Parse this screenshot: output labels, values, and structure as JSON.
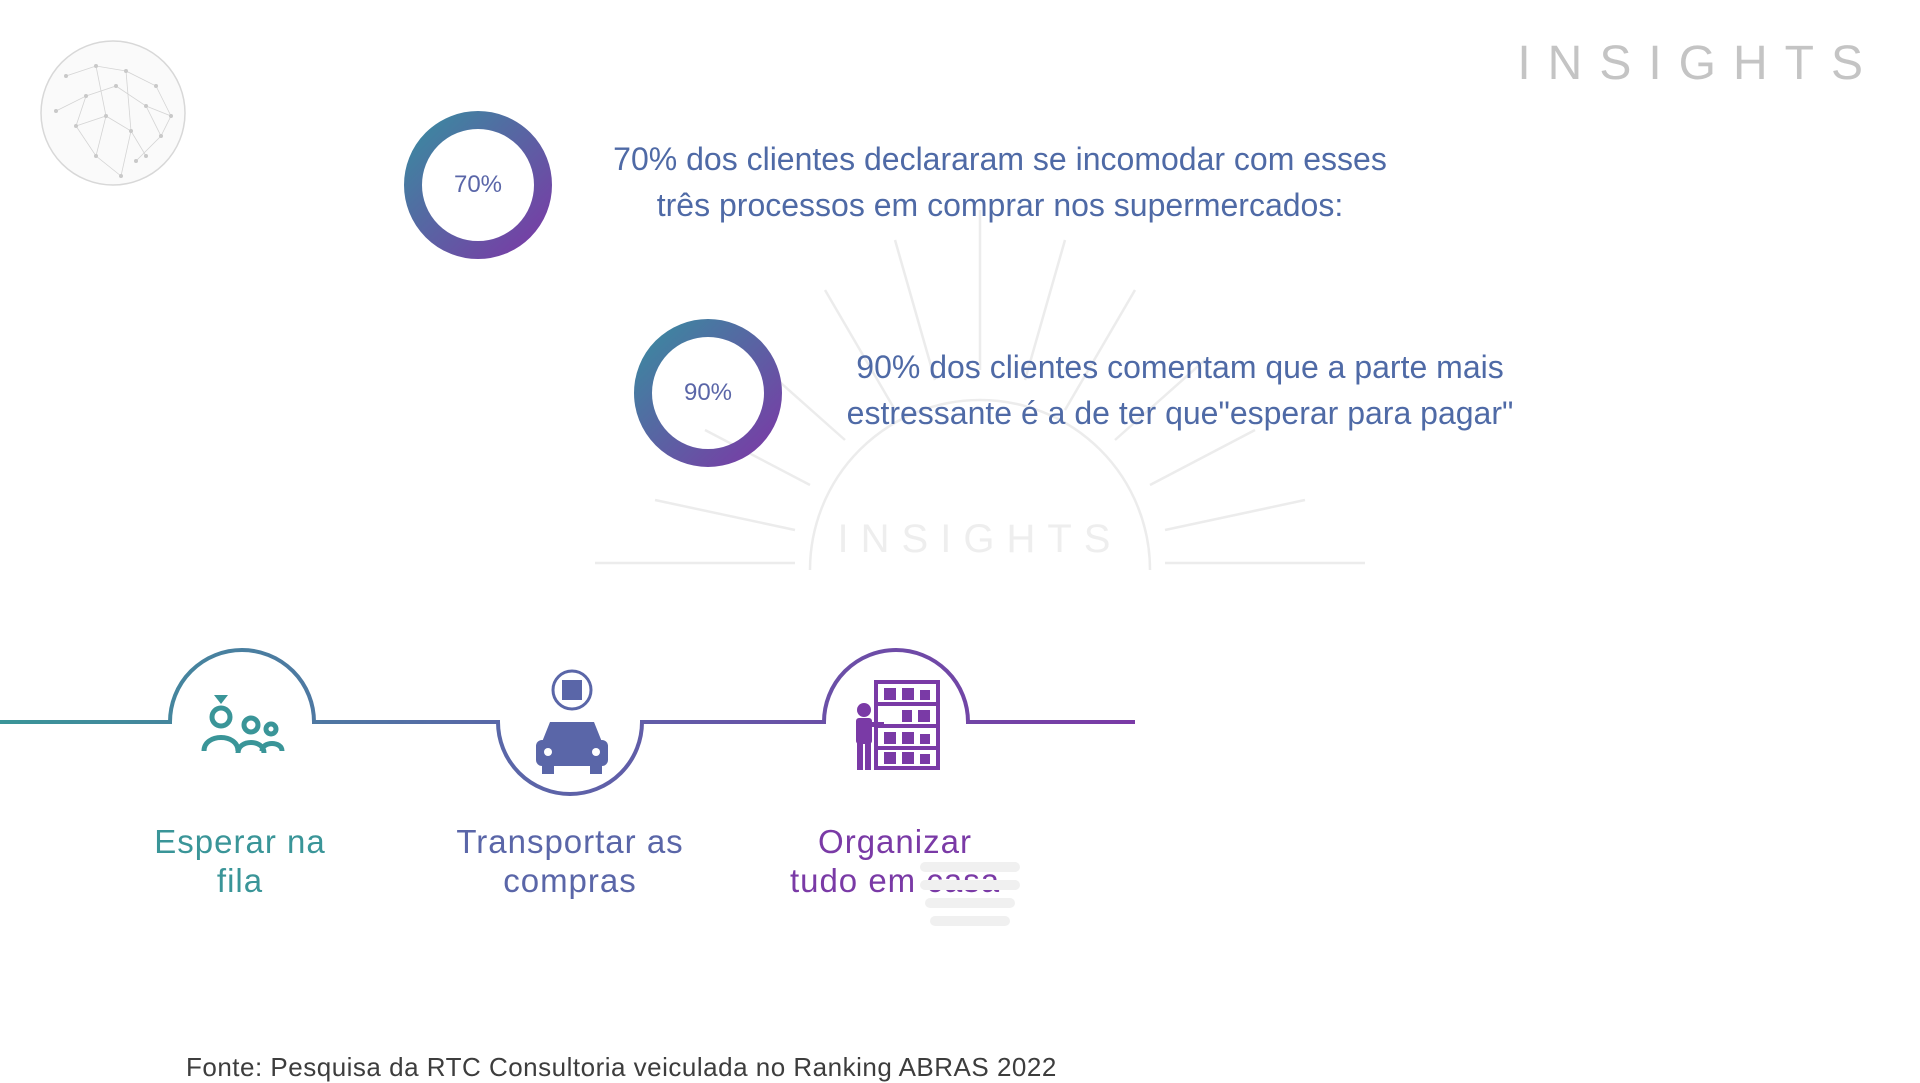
{
  "header": {
    "brand": "INSIGHTS"
  },
  "watermark": {
    "text": "INSIGHTS"
  },
  "stats": [
    {
      "percent_label": "70%",
      "value": 0.7,
      "line1": "70% dos clientes declararam se incomodar com esses",
      "line2": "três processos em comprar nos supermercados:"
    },
    {
      "percent_label": "90%",
      "value": 0.9,
      "line1": "90% dos clientes comentam que a parte mais",
      "line2": "estressante é a de ter que\"esperar para pagar\""
    }
  ],
  "steps": [
    {
      "line1": "Esperar na",
      "line2": "fila",
      "icon": "people-queue-icon",
      "color": "#3a9598"
    },
    {
      "line1": "Transportar as",
      "line2": "compras",
      "icon": "car-package-icon",
      "color": "#5a66a8"
    },
    {
      "line1": "Organizar",
      "line2": "tudo em casa",
      "icon": "shelf-organize-icon",
      "color": "#7a3aa6"
    }
  ],
  "footer": {
    "source": "Fonte: Pesquisa da RTC Consultoria veiculada no Ranking ABRAS 2022"
  },
  "colors": {
    "teal": "#3a8aa0",
    "purple": "#7a3aa6",
    "text_blue": "#4f6aa6",
    "brand_gray": "#c4c4c4"
  }
}
